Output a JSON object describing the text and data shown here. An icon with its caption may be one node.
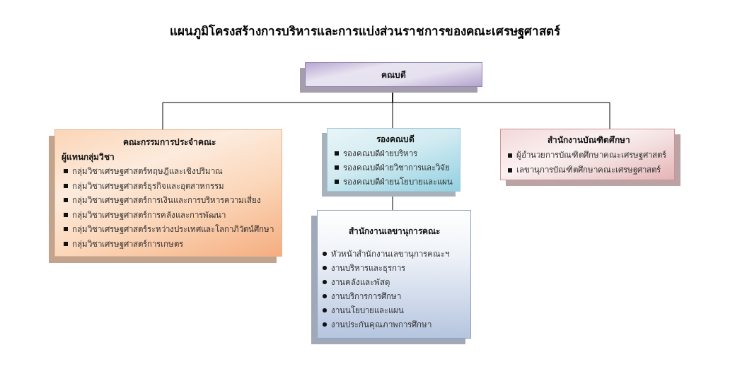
{
  "diagram": {
    "title": "แผนภูมิโครงสร้างการบริหารและการแบ่งส่วนราชการของคณะเศรษฐศาสตร์",
    "nodes": [
      {
        "text": [
          "คณบดี"
        ]
      },
      {
        "text": [
          "คณะกรรมการประจำคณะ",
          "ผู้แทนกลุ่มวิชา",
          "กลุ่มวิชาเศรษฐศาสตร์ทฤษฎีและเชิงปริมาณ",
          "กลุ่มวิชาเศรษฐศาสตร์ธุรกิจและอุตสาหกรรม",
          "กลุ่มวิชาเศรษฐศาสตร์การเงินและการบริหารความเสี่ยง",
          "กลุ่มวิชาเศรษฐศาสตร์การคลังและการพัฒนา",
          "กลุ่มวิชาเศรษฐศาสตร์ระหว่างประเทศและโลกาภิวัตน์ศึกษา",
          "กลุ่มวิชาเศรษฐศาสตร์การเกษตร"
        ]
      },
      {
        "text": [
          "รองคณบดี",
          "รองคณบดีฝ่ายบริหาร",
          "รองคณบดีฝ่ายวิชาการและวิจัย",
          "รองคณบดีฝ่ายนโยบายและแผน"
        ]
      },
      {
        "text": [
          "สำนักงานบัณฑิตศึกษา",
          "ผู้อำนวยการบัณฑิตศึกษาคณะเศรษฐศาสตร์",
          "เลขานุการบัณฑิตศึกษาคณะเศรษฐศาสตร์"
        ]
      },
      {
        "text": [
          "สำนักงานเลขานุการคณะ",
          "หัวหน้าสำนักงานเลขานุการคณะฯ",
          "งานบริหารและธุรการ",
          "งานคลังและพัสดุ",
          "งานบริการการศึกษา",
          "งานนโยบายและแผน",
          "งานประกันคุณภาพการศึกษา"
        ]
      }
    ],
    "edges": [
      {
        "from": 0,
        "to": 1,
        "arrow": "none"
      },
      {
        "from": 0,
        "to": 2,
        "arrow": "none"
      },
      {
        "from": 0,
        "to": 3,
        "arrow": "none"
      },
      {
        "from": 2,
        "to": 4,
        "arrow": "none"
      }
    ]
  }
}
